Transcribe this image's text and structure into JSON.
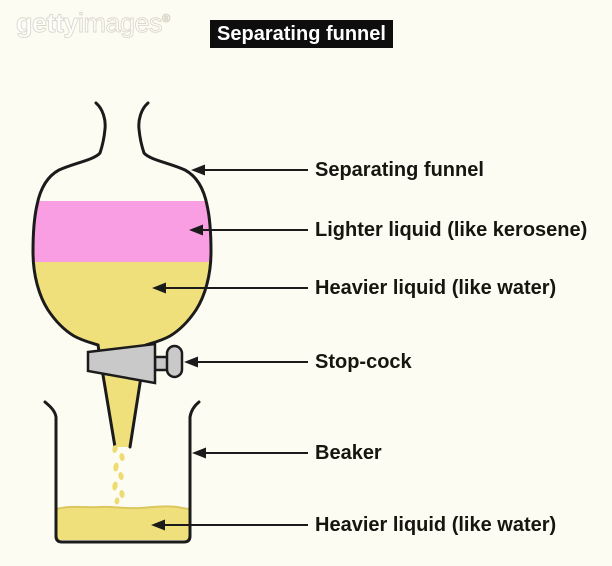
{
  "watermark": {
    "brand_bold": "getty",
    "brand_light": "images",
    "registered_mark": "®"
  },
  "header": {
    "title": "Separating funnel"
  },
  "diagram": {
    "labels": [
      {
        "id": "separating-funnel",
        "text": "Separating funnel"
      },
      {
        "id": "lighter-liquid",
        "text": "Lighter liquid (like kerosene)"
      },
      {
        "id": "heavier-liquid-funnel",
        "text": "Heavier liquid (like water)"
      },
      {
        "id": "stop-cock",
        "text": "Stop-cock"
      },
      {
        "id": "beaker",
        "text": "Beaker"
      },
      {
        "id": "heavier-liquid-beaker",
        "text": "Heavier liquid (like water)"
      }
    ],
    "colors": {
      "background": "#fdfcf2",
      "lighter_liquid_pink": "#f99ee2",
      "heavier_liquid_yellow": "#f0e07c",
      "droplet_yellow": "#eddc72",
      "surface_line_yellow": "#dbc75f",
      "stopcock_gray": "#c9c9c9",
      "outline_black": "#1b1b1b",
      "title_bg": "#0e0e0e",
      "title_text": "#ffffff"
    }
  }
}
